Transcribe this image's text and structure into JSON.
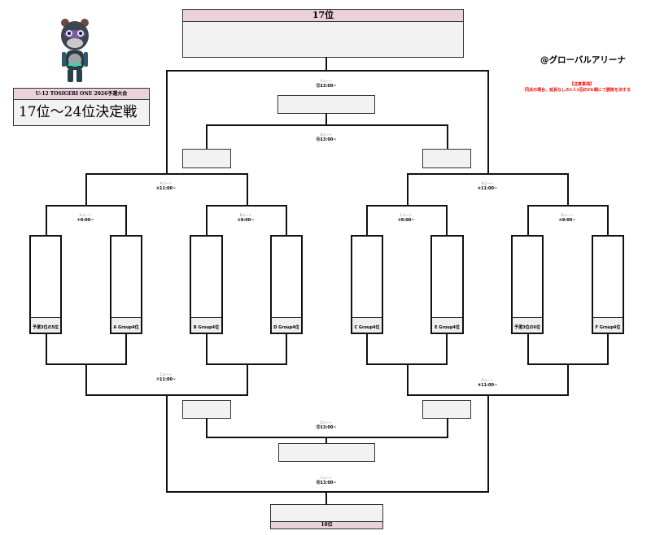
{
  "tournament": {
    "subtitle": "U-12 TOSIGERI ONE 2026予選大会",
    "title": "17位〜24位決定戦"
  },
  "venue": "@グローバルアリーナ",
  "notice": {
    "heading": "【注意事項】",
    "text": "同点の場合、延長なしの1人1回のPK戦にて勝敗を決する"
  },
  "placements": {
    "top": "17位",
    "bottom": "18位"
  },
  "teams": [
    "予選3位の5位",
    "A Group4位",
    "B Group4位",
    "D Group4位",
    "C Group4位",
    "E Group4位",
    "予選3位の6位",
    "F Group4位"
  ],
  "matches": {
    "qf1": {
      "court": "Aコート",
      "time": "①9:00~"
    },
    "qf2": {
      "court": "Bコート",
      "time": "②9:00~"
    },
    "qf3": {
      "court": "Cコート",
      "time": "③9:00~"
    },
    "qf4": {
      "court": "Dコート",
      "time": "④9:00~"
    },
    "sf_left": {
      "court": "Aコート",
      "time": "⑤11:00~"
    },
    "sf_right": {
      "court": "Bコート",
      "time": "⑥11:00~"
    },
    "lsf_left": {
      "court": "Cコート",
      "time": "⑦11:00~"
    },
    "lsf_right": {
      "court": "Dコート",
      "time": "⑧11:00~"
    },
    "final_top": {
      "court": "Aコート",
      "time": "⑬13:00~"
    },
    "top_consolation": {
      "court": "Bコート",
      "time": "⑭13:00~"
    },
    "bottom_consolation": {
      "court": "Dコート",
      "time": "⑮13:00~"
    },
    "final_bottom": {
      "court": "Cコート",
      "time": "⑯13:00~"
    }
  },
  "colors": {
    "header_pink": "#ebd1dc",
    "box_fill": "#f2f2f2",
    "notice_red": "#ff0000"
  }
}
